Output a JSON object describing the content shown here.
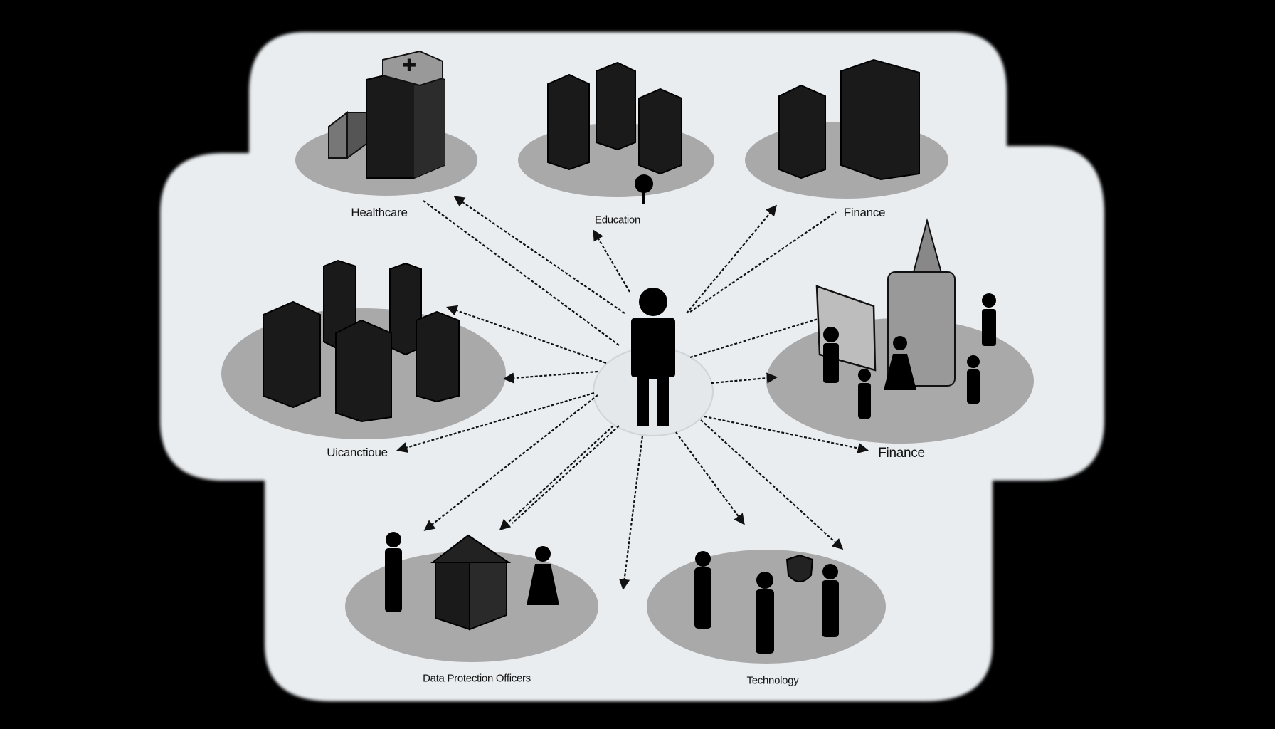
{
  "labels": {
    "healthcare": "Healthcare",
    "education": "Education",
    "finance_top": "Finance",
    "uicancitoue": "Uicanctioue",
    "finance_right": "Finance",
    "data_protection": "Data Protection Officers",
    "technology": "Technology"
  },
  "icons": {
    "center": "person-icon",
    "healthcare": "hospital-building-icon",
    "education": "school-buildings-icon",
    "finance_top": "office-towers-icon",
    "uicancitoue": "city-blocks-icon",
    "finance_right": "bank-building-icon",
    "data_protection": "house-with-people-icon",
    "technology": "people-with-shield-icon"
  },
  "colors": {
    "background": "#000000",
    "panel": "#e9edf0",
    "platform": "#a9a9a9",
    "ink": "#111111"
  }
}
